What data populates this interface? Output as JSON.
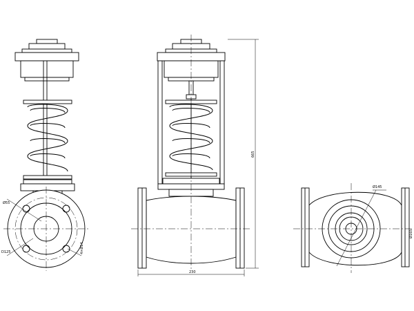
{
  "dimensions": {
    "left_view": {
      "bolt_circle_diameter": "Ø55",
      "flange_diameter": "D125",
      "bolt_holes": "4×Ø14"
    },
    "front_view": {
      "overall_height": "665",
      "face_to_face_length": "230"
    },
    "side_view": {
      "port_diameter": "Ø145",
      "flange_outer_diameter": "Ø165"
    }
  },
  "colors": {
    "line": "#000000",
    "background": "#ffffff"
  }
}
